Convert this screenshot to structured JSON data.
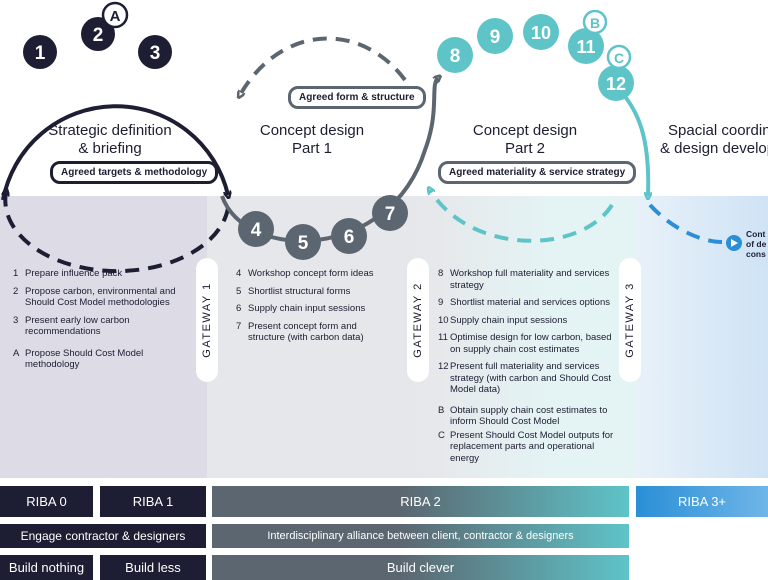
{
  "stages": [
    {
      "title_line1": "Strategic definition",
      "title_line2": "& briefing"
    },
    {
      "title_line1": "Concept design",
      "title_line2": "Part 1"
    },
    {
      "title_line1": "Concept design",
      "title_line2": "Part 2"
    },
    {
      "title_line1": "Spacial coordination",
      "title_line2": "& design development"
    }
  ],
  "tags": {
    "agreed_targets": "Agreed targets & methodology",
    "agreed_form": "Agreed form & structure",
    "agreed_materiality": "Agreed materiality & service strategy"
  },
  "circles": [
    "1",
    "2",
    "3",
    "4",
    "5",
    "6",
    "7",
    "8",
    "9",
    "10",
    "11",
    "12"
  ],
  "letters": [
    "A",
    "B",
    "C"
  ],
  "gateways": [
    "GATEWAY 1",
    "GATEWAY 2",
    "GATEWAY 3"
  ],
  "continue_text": [
    "Cont",
    "of de",
    "cons"
  ],
  "lists": {
    "stage1": [
      {
        "num": "1",
        "text": "Prepare influence pack"
      },
      {
        "num": "2",
        "text": "Propose carbon, environmental and Should Cost Model methodologies"
      },
      {
        "num": "3",
        "text": "Present early low carbon recommendations"
      },
      {
        "num": "A",
        "text": "Propose Should Cost Model methodology"
      }
    ],
    "stage2": [
      {
        "num": "4",
        "text": "Workshop concept form ideas"
      },
      {
        "num": "5",
        "text": "Shortlist structural forms"
      },
      {
        "num": "6",
        "text": "Supply chain input sessions"
      },
      {
        "num": "7",
        "text": "Present concept form and structure (with carbon data)"
      }
    ],
    "stage3": [
      {
        "num": "8",
        "text": "Workshop full materiality and services strategy"
      },
      {
        "num": "9",
        "text": "Shortlist material and services options"
      },
      {
        "num": "10",
        "text": "Supply chain input sessions"
      },
      {
        "num": "11",
        "text": "Optimise design for low carbon, based on supply chain cost estimates"
      },
      {
        "num": "12",
        "text": "Present full materiality and services strategy (with carbon and Should Cost Model data)"
      },
      {
        "num": "B",
        "text": "Obtain supply chain cost estimates to inform Should Cost Model"
      },
      {
        "num": "C",
        "text": "Present Should Cost Model outputs for replacement parts and operational energy"
      }
    ]
  },
  "bars": {
    "riba0": "RIBA 0",
    "riba1": "RIBA 1",
    "riba2": "RIBA 2",
    "riba3": "RIBA 3+",
    "engage": "Engage contractor & designers",
    "alliance": "Interdisciplinary alliance between client, contractor & designers",
    "build_nothing": "Build nothing",
    "build_less": "Build less",
    "build_clever": "Build clever"
  },
  "colors": {
    "navy": "#1d1d33",
    "grey": "#5c6670",
    "teal": "#5ec4c8",
    "blue": "#2a8fd6",
    "lavender": "#dcdbe6",
    "light_grey": "#e6e7ea",
    "light_teal": "#e4f3f4",
    "light_blue": "#e3eef8"
  }
}
